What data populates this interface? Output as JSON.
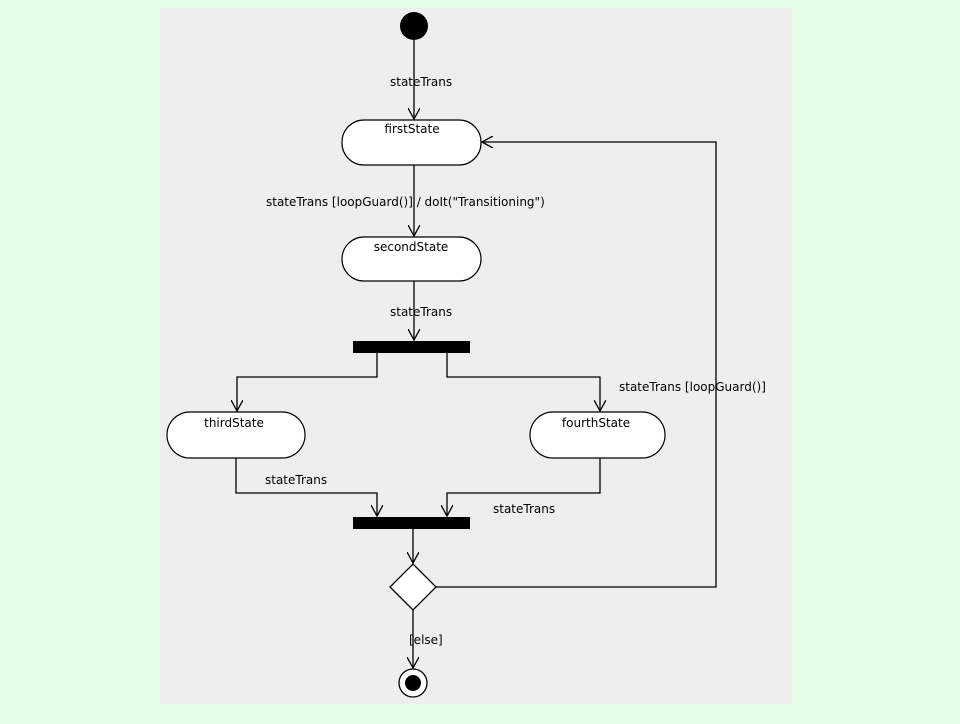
{
  "diagram": {
    "states": {
      "first": "firstState",
      "second": "secondState",
      "third": "thirdState",
      "fourth": "fourthState"
    },
    "labels": {
      "initial_transition": "stateTrans",
      "first_to_second": "stateTrans [loopGuard()] / doIt(\"Transitioning\")",
      "second_to_fork": "stateTrans",
      "fork_to_fourth": "stateTrans [loopGuard()]",
      "third_to_join": "stateTrans",
      "fourth_to_join": "stateTrans",
      "decision_to_final": "[else]"
    }
  },
  "colors": {
    "page_background": "#e6fde6",
    "canvas_background": "#eeeeee",
    "state_fill": "#ffffff",
    "line": "#000000"
  }
}
